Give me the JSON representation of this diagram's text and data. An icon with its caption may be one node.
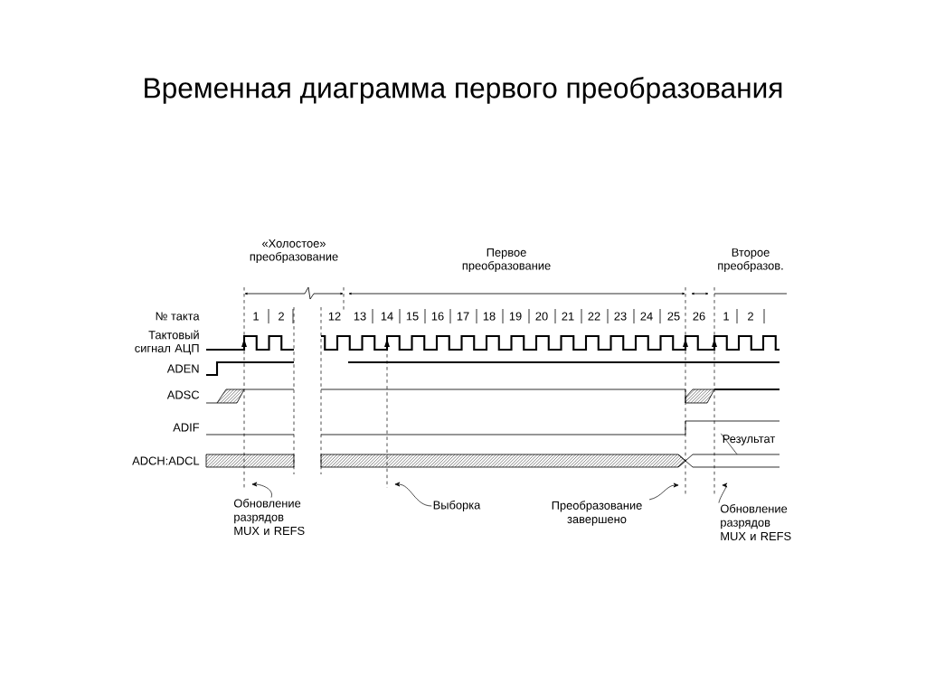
{
  "diagram": {
    "title": "Временная диаграмма первого преобразования",
    "nodes": [
      {
        "text": [
          "Обновление разрядов MUX и REFS"
        ]
      },
      {
        "text": [
          "Выборка"
        ]
      },
      {
        "text": [
          "Преобразование завершено"
        ]
      },
      {
        "text": [
          "Обновление разрядов MUX и REFS"
        ]
      },
      {
        "text": [
          "Результат"
        ]
      },
      {
        "text": [],
        "shape": "bar"
      }
    ],
    "edges": [
      {
        "from": 0,
        "to": null,
        "arrow": "to"
      },
      {
        "from": 1,
        "to": null,
        "arrow": "to"
      },
      {
        "from": 2,
        "to": null,
        "arrow": "to"
      },
      {
        "from": 3,
        "to": null,
        "arrow": "to"
      },
      {
        "from": 4,
        "to": 5,
        "arrow": "none"
      }
    ],
    "labels": [
      "«Холостое» преобразование",
      "Первое преобразование",
      "Второе преобразов.",
      "№ такта",
      "1",
      "2",
      "12",
      "13",
      "14",
      "15",
      "16",
      "17",
      "18",
      "19",
      "20",
      "21",
      "22",
      "23",
      "24",
      "25",
      "26",
      "1",
      "2",
      "Тактовый сигнал АЦП",
      "ADEN",
      "ADSC",
      "ADIF",
      "ADCH:ADCL"
    ]
  }
}
